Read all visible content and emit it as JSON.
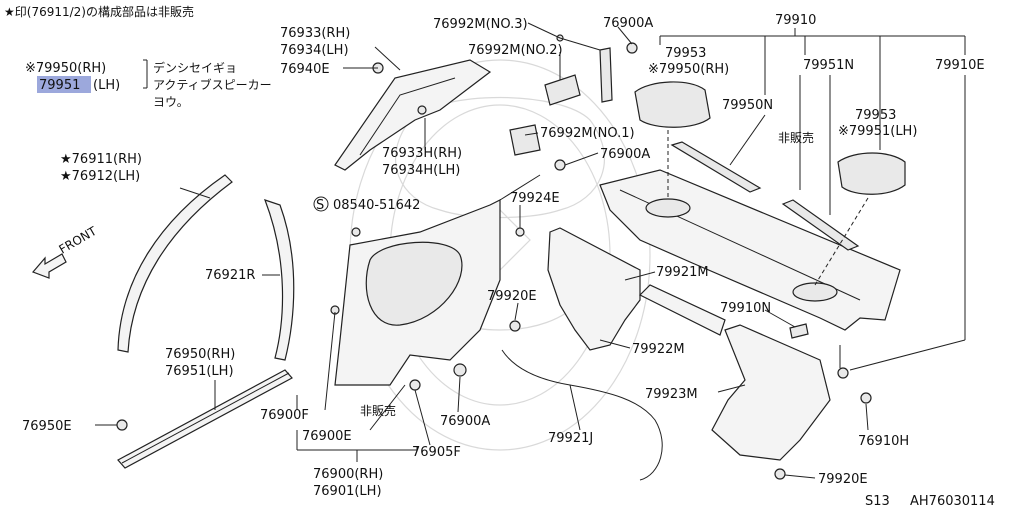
{
  "notes": {
    "header": "★印(76911/2)の構成部品は非販売",
    "jp_note_line1": "デンシセイギョ",
    "jp_note_line2": "アクティブスピーカー",
    "jp_note_line3": "ヨウ。",
    "not_sold_1": "非販売",
    "not_sold_2": "非販売"
  },
  "callouts": {
    "p79950_rh_top": "※79950(RH)",
    "p79951_lh_top_num": "79951",
    "p79951_lh_top_side": "(LH)",
    "p76933_rh": "76933(RH)",
    "p76934_lh": "76934(LH)",
    "p76940e": "76940E",
    "p76992m_3": "76992M(NO.3)",
    "p76992m_2": "76992M(NO.2)",
    "p76992m_1": "76992M(NO.1)",
    "p76900a_top": "76900A",
    "p76900a_mid": "76900A",
    "p76900a_bot": "76900A",
    "p79910": "79910",
    "p79953_a": "79953",
    "p79950_rh_b": "※79950(RH)",
    "p79951n": "79951N",
    "p79910e": "79910E",
    "p79950n": "79950N",
    "p79953_b": "79953",
    "p79951_lh_b": "※79951(LH)",
    "p76911_rh": "★76911(RH)",
    "p76912_lh": "★76912(LH)",
    "p76933h_rh": "76933H(RH)",
    "p76934h_lh": "76934H(LH)",
    "p08540": "08540-51642",
    "screw_symbol": "S",
    "front": "FRONT",
    "p79924e": "79924E",
    "p79921m": "79921M",
    "p76921r": "76921R",
    "p79920e_a": "79920E",
    "p79910n": "79910N",
    "p79922m": "79922M",
    "p76950_rh": "76950(RH)",
    "p76951_lh": "76951(LH)",
    "p79923m": "79923M",
    "p76950e": "76950E",
    "p76900f": "76900F",
    "p76900e": "76900E",
    "p76905f": "76905F",
    "p79921j": "79921J",
    "p76910h": "76910H",
    "p76900_rh": "76900(RH)",
    "p76901_lh": "76901(LH)",
    "p79920e_b": "79920E"
  },
  "footer": {
    "model": "S13",
    "diagram_code": "AH76030114"
  },
  "colors": {
    "highlight": "#9ca8dc",
    "line": "#222222",
    "watermark": "#d9d9d9"
  }
}
